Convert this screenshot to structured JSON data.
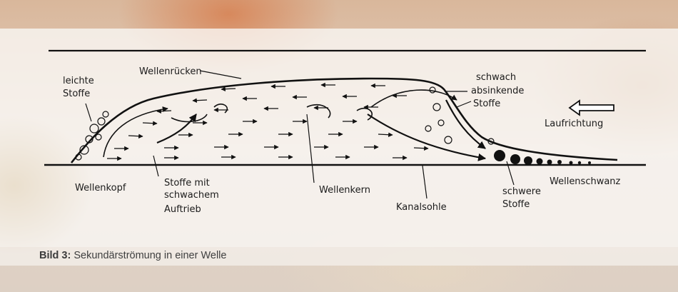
{
  "labels": {
    "wellenruecken": "Wellenrücken",
    "leichte": "leichte",
    "stoffe1": "Stoffe",
    "schwach": "schwach",
    "absinkende": "absinkende",
    "stoffe2": "Stoffe",
    "laufrichtung": "Laufrichtung",
    "wellenkopf": "Wellenkopf",
    "stoffe_mit": "Stoffe mit",
    "schwachem": "schwachem",
    "auftrieb": "Auftrieb",
    "wellenkern": "Wellenkern",
    "kanalsohle": "Kanalsohle",
    "schwere": "schwere",
    "stoffe3": "Stoffe",
    "wellenschwanz": "Wellenschwanz"
  },
  "caption": {
    "prefix": "Bild 3:",
    "text": " Sekundärströmung in einer Welle"
  }
}
